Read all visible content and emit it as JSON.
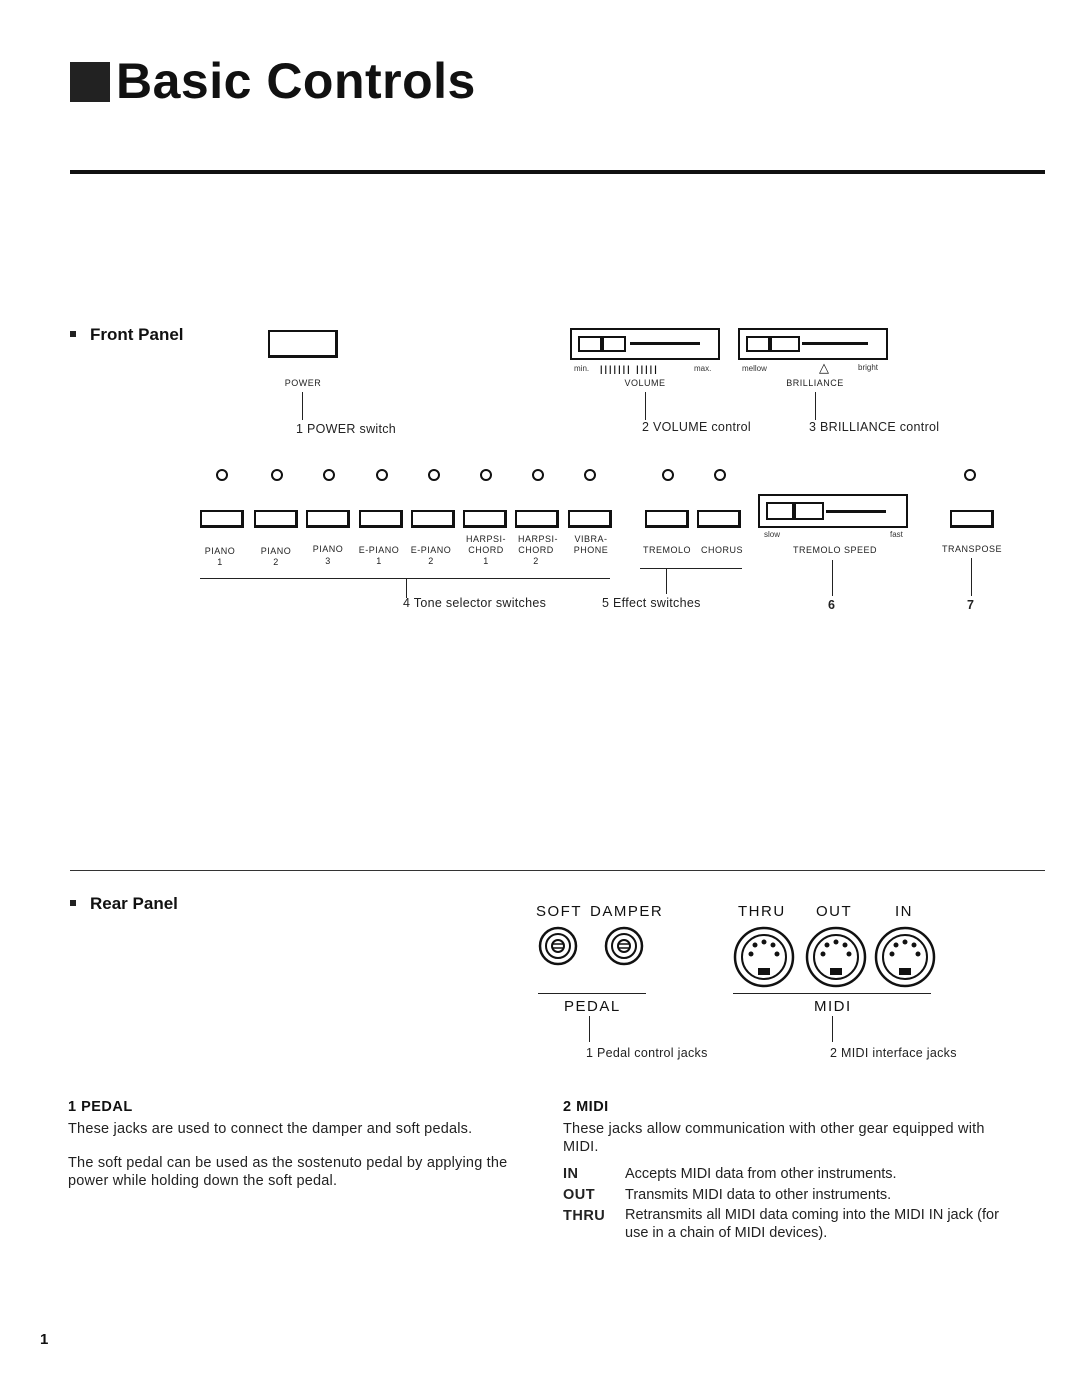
{
  "page": {
    "title": "Basic Controls",
    "page_number": "1"
  },
  "front_panel": {
    "heading": "Front Panel",
    "power": {
      "label": "POWER",
      "callout": "1 POWER switch"
    },
    "volume": {
      "min": "min.",
      "max": "max.",
      "label": "VOLUME",
      "callout": "2 VOLUME control"
    },
    "brilliance": {
      "left": "mellow",
      "right": "bright",
      "label": "BRILLIANCE",
      "callout": "3 BRILLIANCE control"
    },
    "tone_buttons": [
      {
        "line1": "PIANO",
        "line2": "1",
        "top": ""
      },
      {
        "line1": "PIANO",
        "line2": "2",
        "top": ""
      },
      {
        "line1": "PIANO",
        "line2": "3",
        "top": ""
      },
      {
        "line1": "E-PIANO",
        "line2": "1",
        "top": ""
      },
      {
        "line1": "E-PIANO",
        "line2": "2",
        "top": ""
      },
      {
        "line1": "CHORD",
        "line2": "1",
        "top": "HARPSI-"
      },
      {
        "line1": "CHORD",
        "line2": "2",
        "top": "HARPSI-"
      },
      {
        "line1": "PHONE",
        "line2": "",
        "top": "VIBRA-"
      }
    ],
    "effect_buttons": [
      {
        "line1": "TREMOLO"
      },
      {
        "line1": "CHORUS"
      }
    ],
    "tremolo_speed": {
      "left": "slow",
      "right": "fast",
      "label": "TREMOLO SPEED",
      "callout": "6"
    },
    "transpose": {
      "label": "TRANSPOSE",
      "callout": "7"
    },
    "tone_callout": "4 Tone selector switches",
    "effect_callout": "5 Effect switches"
  },
  "rear_panel": {
    "heading": "Rear Panel",
    "pedal_jacks": [
      "SOFT",
      "DAMPER"
    ],
    "midi_jacks": [
      "THRU",
      "OUT",
      "IN"
    ],
    "pedal_group": "PEDAL",
    "midi_group": "MIDI",
    "pedal_callout": "1 Pedal control jacks",
    "midi_callout": "2 MIDI interface jacks"
  },
  "descriptions": {
    "pedal": {
      "heading": "1 PEDAL",
      "p1": "These jacks are used to connect the damper and soft pedals.",
      "p2": "The soft pedal can be used as the sostenuto pedal by applying the power while holding down the soft pedal."
    },
    "midi": {
      "heading": "2 MIDI",
      "p1": "These jacks allow communication with other gear equipped with MIDI.",
      "rows": [
        {
          "key": "IN",
          "text": "Accepts MIDI data from other instruments."
        },
        {
          "key": "OUT",
          "text": "Transmits MIDI data to other instruments."
        },
        {
          "key": "THRU",
          "text": "Retransmits all MIDI data coming into the MIDI IN jack (for use in a chain of MIDI devices)."
        }
      ]
    }
  }
}
